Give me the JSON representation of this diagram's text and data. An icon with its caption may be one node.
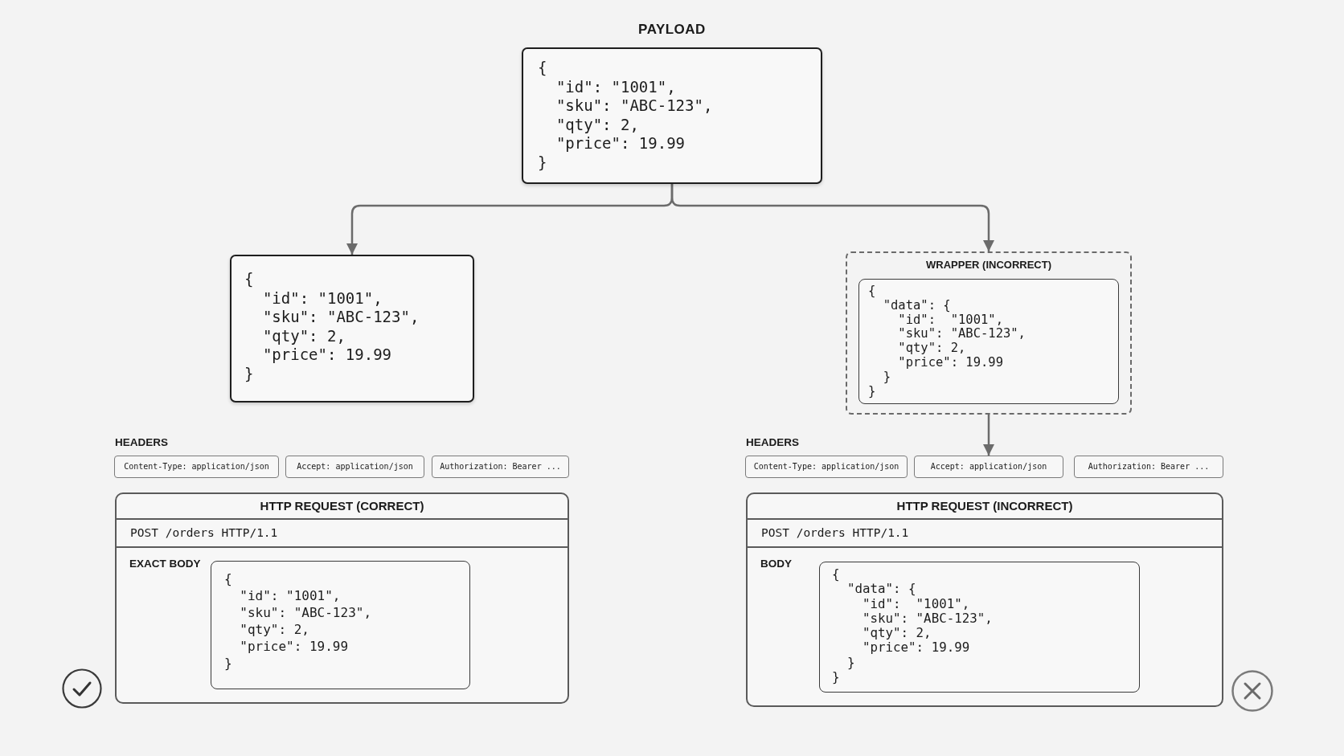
{
  "diagram": {
    "nodes": [
      {
        "text": [
          "PAYLOAD",
          "{ \"id\": \"1001\", \"sku\": \"ABC-123\", \"qty\": 2, \"price\": 19.99 }"
        ]
      },
      {
        "text": [
          "{ \"id\": \"1001\", \"sku\": \"ABC-123\", \"qty\": 2, \"price\": 19.99 }"
        ]
      },
      {
        "text": [
          "WRAPPER (INCORRECT)"
        ]
      },
      {
        "text": [
          "{ \"data\": { \"id\":  \"1001\", \"sku\": \"ABC-123\", \"qty\": 2, \"price\": 19.99 } }"
        ],
        "in": 2
      },
      {
        "text": [
          "Content-Type: application/json"
        ]
      },
      {
        "text": [
          "Accept: application/json"
        ]
      },
      {
        "text": [
          "Authorization: Bearer ..."
        ]
      },
      {
        "text": [
          "Content-Type: application/json"
        ]
      },
      {
        "text": [
          "Accept: application/json"
        ]
      },
      {
        "text": [
          "Authorization: Bearer ..."
        ]
      },
      {
        "text": [
          "HTTP REQUEST (CORRECT)",
          "POST /orders HTTP/1.1",
          "EXACT BODY"
        ]
      },
      {
        "text": [
          "{ \"id\": \"1001\", \"sku\": \"ABC-123\", \"qty\": 2, \"price\": 19.99 }"
        ],
        "in": 10
      },
      {
        "text": [
          "HTTP REQUEST (INCORRECT)",
          "POST /orders HTTP/1.1",
          "BODY"
        ]
      },
      {
        "text": [
          "{ \"data\": { \"id\":  \"1001\", \"sku\": \"ABC-123\", \"qty\": 2, \"price\": 19.99 } }"
        ],
        "in": 12
      }
    ],
    "edges": [
      {
        "from": 0,
        "to": 1,
        "arrow": "to"
      },
      {
        "from": 0,
        "to": 2,
        "arrow": "to"
      },
      {
        "from": 2,
        "to": 8,
        "arrow": "to"
      }
    ],
    "labels": [
      "HEADERS",
      "HEADERS"
    ]
  }
}
